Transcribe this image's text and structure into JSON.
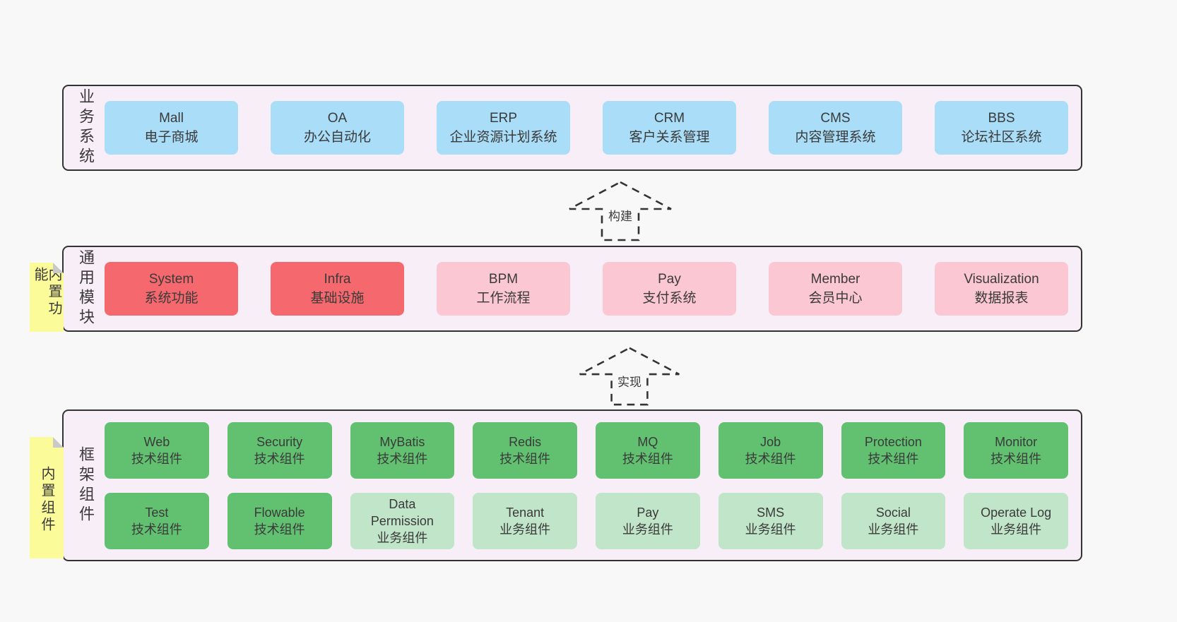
{
  "colors": {
    "page_bg": "#f8f8f8",
    "container_bg": "#f8eef7",
    "border": "#333333",
    "text": "#3a3a3a",
    "blue": "#aaddf7",
    "red": "#f5696e",
    "pink": "#fbc7d2",
    "green_dark": "#62c171",
    "green_light": "#c1e5c9",
    "yellow_tab": "#fbfb9a",
    "fold_gray": "#c9c9c9"
  },
  "arrows": [
    {
      "label": "构建"
    },
    {
      "label": "实现"
    }
  ],
  "sections": {
    "business": {
      "label": "业务系统",
      "boxes": [
        {
          "name": "Mall",
          "desc": "电子商城",
          "variant": "blue"
        },
        {
          "name": "OA",
          "desc": "办公自动化",
          "variant": "blue"
        },
        {
          "name": "ERP",
          "desc": "企业资源计划系统",
          "variant": "blue"
        },
        {
          "name": "CRM",
          "desc": "客户关系管理",
          "variant": "blue"
        },
        {
          "name": "CMS",
          "desc": "内容管理系统",
          "variant": "blue"
        },
        {
          "name": "BBS",
          "desc": "论坛社区系统",
          "variant": "blue"
        }
      ]
    },
    "modules": {
      "label": "通用模块",
      "tab": "内置功能",
      "boxes": [
        {
          "name": "System",
          "desc": "系统功能",
          "variant": "red"
        },
        {
          "name": "Infra",
          "desc": "基础设施",
          "variant": "red"
        },
        {
          "name": "BPM",
          "desc": "工作流程",
          "variant": "pink"
        },
        {
          "name": "Pay",
          "desc": "支付系统",
          "variant": "pink"
        },
        {
          "name": "Member",
          "desc": "会员中心",
          "variant": "pink"
        },
        {
          "name": "Visualization",
          "desc": "数据报表",
          "variant": "pink"
        }
      ]
    },
    "components": {
      "label": "框架组件",
      "tab": "内置组件",
      "row1": [
        {
          "name": "Web",
          "desc": "技术组件",
          "variant": "dark"
        },
        {
          "name": "Security",
          "desc": "技术组件",
          "variant": "dark"
        },
        {
          "name": "MyBatis",
          "desc": "技术组件",
          "variant": "dark"
        },
        {
          "name": "Redis",
          "desc": "技术组件",
          "variant": "dark"
        },
        {
          "name": "MQ",
          "desc": "技术组件",
          "variant": "dark"
        },
        {
          "name": "Job",
          "desc": "技术组件",
          "variant": "dark"
        },
        {
          "name": "Protection",
          "desc": "技术组件",
          "variant": "dark"
        },
        {
          "name": "Monitor",
          "desc": "技术组件",
          "variant": "dark"
        }
      ],
      "row2": [
        {
          "name": "Test",
          "desc": "技术组件",
          "variant": "dark"
        },
        {
          "name": "Flowable",
          "desc": "技术组件",
          "variant": "dark"
        },
        {
          "name": "Data Permission",
          "desc": "业务组件",
          "variant": "light"
        },
        {
          "name": "Tenant",
          "desc": "业务组件",
          "variant": "light"
        },
        {
          "name": "Pay",
          "desc": "业务组件",
          "variant": "light"
        },
        {
          "name": "SMS",
          "desc": "业务组件",
          "variant": "light"
        },
        {
          "name": "Social",
          "desc": "业务组件",
          "variant": "light"
        },
        {
          "name": "Operate Log",
          "desc": "业务组件",
          "variant": "light"
        }
      ]
    }
  }
}
